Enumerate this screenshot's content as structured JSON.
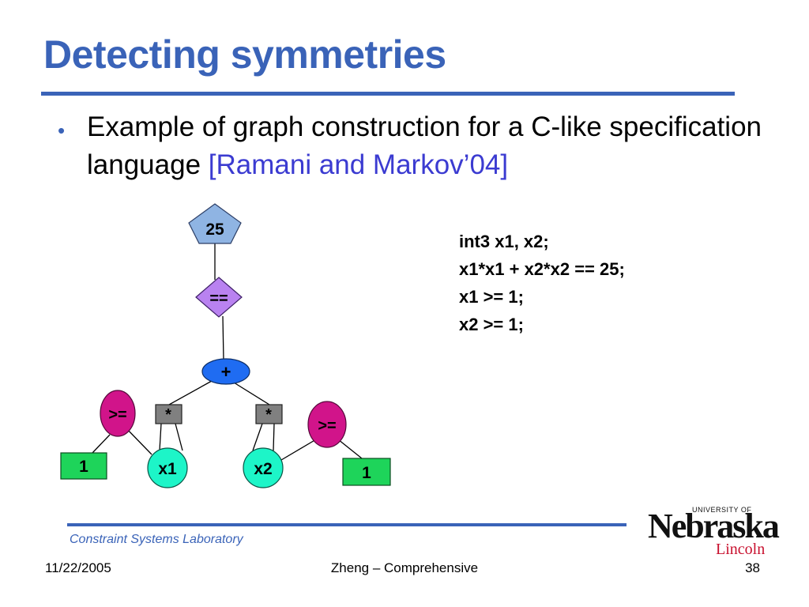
{
  "slide": {
    "title": "Detecting symmetries",
    "bullet_marker": "•",
    "bullet_text": "Example of graph construction for a C-like specification language ",
    "bullet_citation": "[Ramani and Markov’04]"
  },
  "code": {
    "lines": [
      "int3 x1, x2;",
      "x1*x1 + x2*x2 == 25;",
      "x1 >= 1;",
      "x2 >= 1;"
    ]
  },
  "graph": {
    "nodes": [
      {
        "id": "const25",
        "shape": "pentagon",
        "label": "25",
        "color": "#8fb4e3"
      },
      {
        "id": "eq",
        "shape": "diamond",
        "label": "==",
        "color": "#b982f0"
      },
      {
        "id": "plus",
        "shape": "ellipse",
        "label": "+",
        "color": "#1f6cf2"
      },
      {
        "id": "geq_left",
        "shape": "ellipse",
        "label": ">=",
        "color": "#d1148a"
      },
      {
        "id": "mul_left",
        "shape": "rect",
        "label": "*",
        "color": "#808080"
      },
      {
        "id": "mul_right",
        "shape": "rect",
        "label": "*",
        "color": "#808080"
      },
      {
        "id": "geq_right",
        "shape": "ellipse",
        "label": ">=",
        "color": "#d1148a"
      },
      {
        "id": "one_left",
        "shape": "rect",
        "label": "1",
        "color": "#1ed45a"
      },
      {
        "id": "x1",
        "shape": "ellipse",
        "label": "x1",
        "color": "#1df5c8"
      },
      {
        "id": "x2",
        "shape": "ellipse",
        "label": "x2",
        "color": "#1df5c8"
      },
      {
        "id": "one_right",
        "shape": "rect",
        "label": "1",
        "color": "#1ed45a"
      }
    ],
    "edges": [
      [
        "const25",
        "eq"
      ],
      [
        "eq",
        "plus"
      ],
      [
        "plus",
        "mul_left"
      ],
      [
        "plus",
        "mul_right"
      ],
      [
        "mul_left",
        "x1"
      ],
      [
        "mul_left",
        "x1"
      ],
      [
        "mul_right",
        "x2"
      ],
      [
        "mul_right",
        "x2"
      ],
      [
        "geq_left",
        "one_left"
      ],
      [
        "geq_left",
        "x1"
      ],
      [
        "geq_right",
        "x2"
      ],
      [
        "geq_right",
        "one_right"
      ]
    ]
  },
  "footer": {
    "lab": "Constraint Systems Laboratory",
    "date": "11/22/2005",
    "center": "Zheng – Comprehensive",
    "page": "38"
  },
  "logo": {
    "university_of": "UNIVERSITY OF",
    "name": "Nebraska",
    "campus": "Lincoln"
  },
  "colors": {
    "accent": "#3a63b8",
    "citation": "#3b3bd1",
    "logo_red": "#c8102e"
  }
}
